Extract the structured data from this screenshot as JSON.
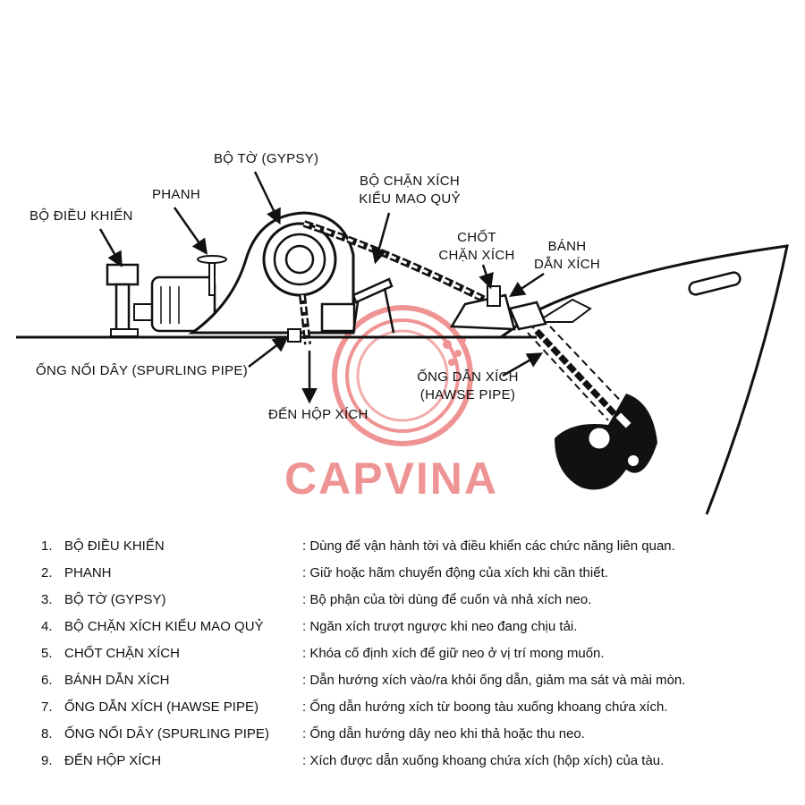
{
  "labels": {
    "controller": "BỘ ĐIỀU KHIỂN",
    "brake": "PHANH",
    "gypsy": "BỘ TỜ (GYPSY)",
    "stopper_line1": "BỘ CHẶN XÍCH",
    "stopper_line2": "KIỂU MAO QUỶ",
    "chain_pin_line1": "CHỐT",
    "chain_pin_line2": "CHẶN XÍCH",
    "guide_wheel_line1": "BÁNH",
    "guide_wheel_line2": "DẪN XÍCH",
    "spurling_pipe": "ỐNG NỐI DÂY (SPURLING PIPE)",
    "to_chain_locker": "ĐẾN HỘP XÍCH",
    "hawse_pipe_line1": "ỐNG DẪN XÍCH",
    "hawse_pipe_line2": "(HAWSE PIPE)"
  },
  "watermark": {
    "text": "CAPVINA",
    "color": "#e23c3c"
  },
  "legend": [
    {
      "num": "1.",
      "term": "BỘ ĐIỀU KHIỂN",
      "desc": ": Dùng để vận hành tời và điều khiển các chức năng liên quan."
    },
    {
      "num": "2.",
      "term": "PHANH",
      "desc": ": Giữ hoặc hãm chuyển động của xích khi cần thiết."
    },
    {
      "num": "3.",
      "term": "BỘ TỜ (GYPSY)",
      "desc": ": Bộ phận của tời dùng để cuốn và nhả xích neo."
    },
    {
      "num": "4.",
      "term": "BỘ CHẶN XÍCH KIỂU MAO QUỶ",
      "desc": ": Ngăn xích trượt ngược khi neo đang chịu tải."
    },
    {
      "num": "5.",
      "term": "CHỐT CHẶN XÍCH",
      "desc": ": Khóa cố định xích để giữ neo ở vị trí mong muốn."
    },
    {
      "num": "6.",
      "term": "BÁNH DẪN XÍCH",
      "desc": ": Dẫn hướng xích vào/ra khỏi ống dẫn, giảm ma sát và mài mòn."
    },
    {
      "num": "7.",
      "term": "ỐNG DẪN XÍCH (HAWSE PIPE)",
      "desc": ": Ống dẫn hướng xích từ boong tàu xuống khoang chứa xích."
    },
    {
      "num": "8.",
      "term": "ỐNG NỐI DÂY (SPURLING PIPE)",
      "desc": ": Ống dẫn hướng dây neo khi thả hoặc thu neo."
    },
    {
      "num": "9.",
      "term": "ĐẾN HỘP XÍCH",
      "desc": ": Xích được dẫn xuống khoang chứa xích (hộp xích) của tàu."
    }
  ]
}
